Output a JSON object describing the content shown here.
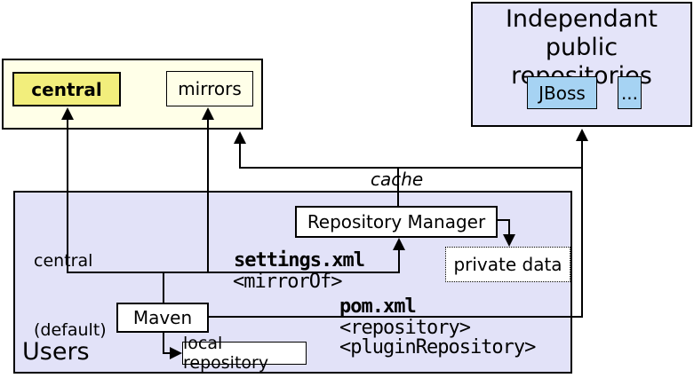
{
  "colors": {
    "pale_yellow": "#FFFFE8",
    "highlight_yellow": "#F2EE7C",
    "lavender": "#E4E4F9",
    "users_lavender": "#E2E2F8",
    "light_blue": "#A6D3F3",
    "box_white": "#FFFFFF",
    "line_black": "#000000"
  },
  "independent_repos": {
    "title_line1": "Independant",
    "title_line2": "public repositories",
    "jboss_label": "JBoss",
    "more_label": "..."
  },
  "remote_repos": {
    "central_label": "central",
    "mirrors_label": "mirrors"
  },
  "users": {
    "title": "Users",
    "central_default_line1": "central",
    "central_default_line2": "(default)",
    "repository_manager_label": "Repository Manager",
    "private_data_label": "private data",
    "maven_label": "Maven",
    "local_repository_label": "local repository"
  },
  "annotations": {
    "cache_label": "cache",
    "settings_file": "settings.xml",
    "mirror_of_tag": "<mirrorOf>",
    "pom_file": "pom.xml",
    "repository_tag": "<repository>",
    "plugin_repository_tag": "<pluginRepository>"
  }
}
